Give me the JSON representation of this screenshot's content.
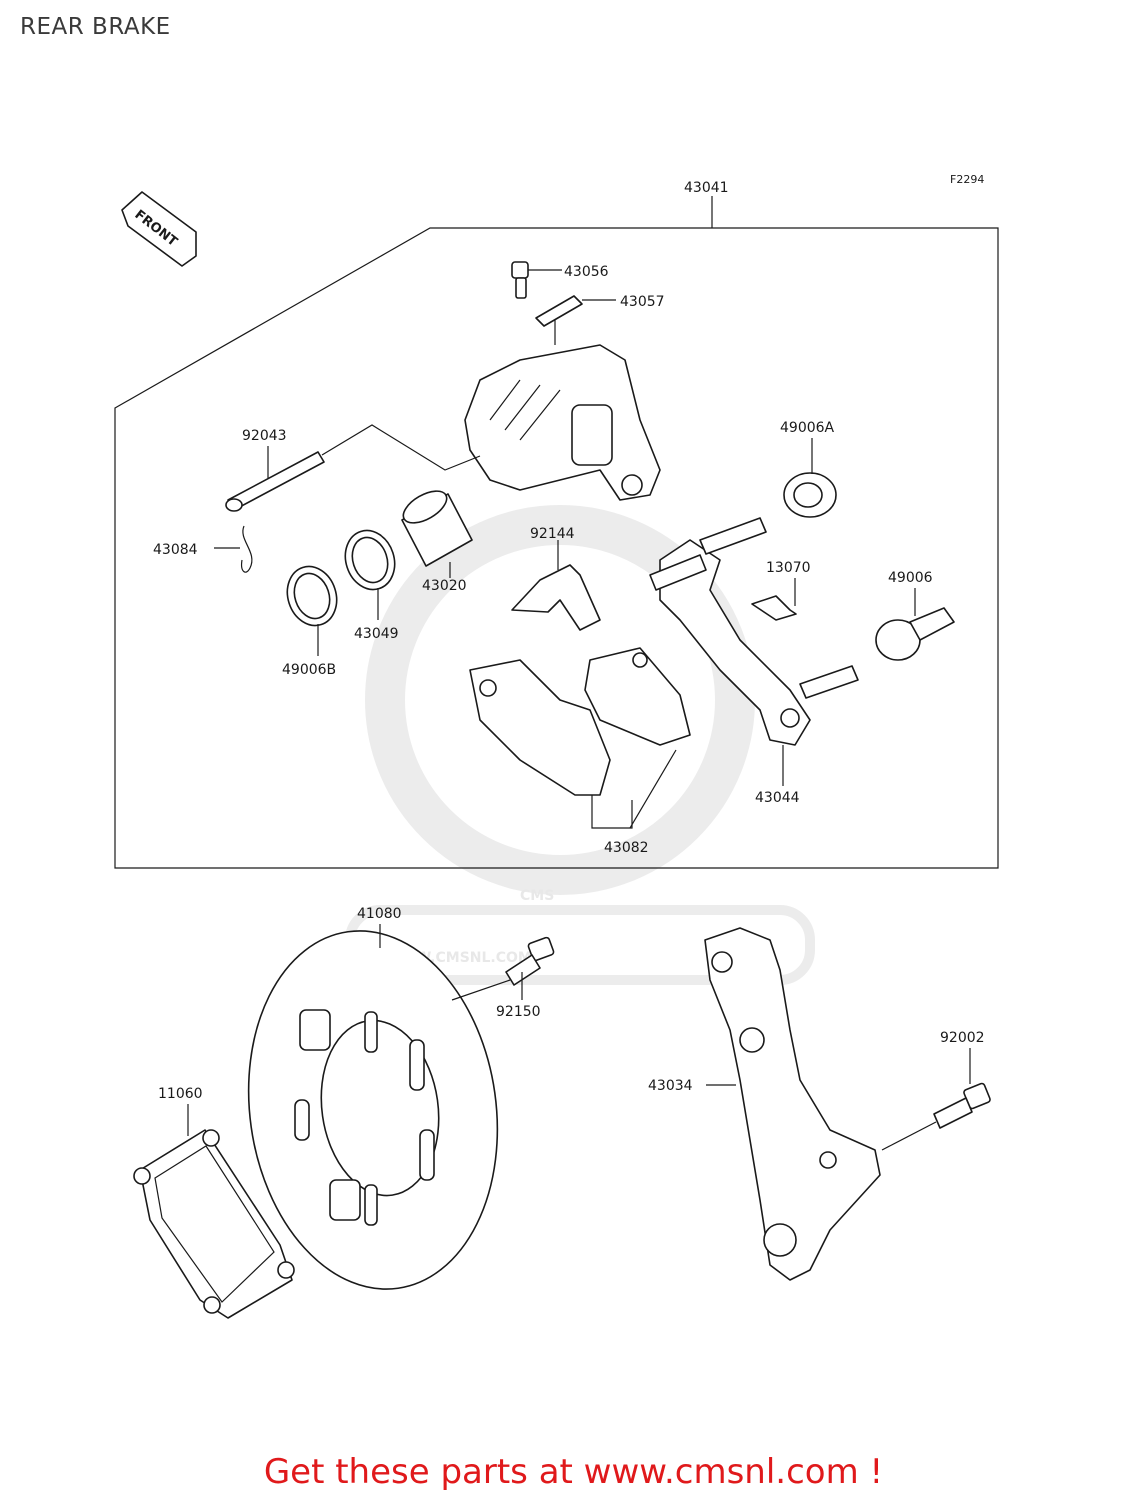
{
  "page_title": "REAR BRAKE",
  "figure_code": "F2294",
  "front_label": "FRONT",
  "watermark": {
    "brand": "CMS",
    "url": "WWW.CMSNL.COM"
  },
  "parts": [
    {
      "id": "p43041",
      "number": "43041"
    },
    {
      "id": "p43056",
      "number": "43056"
    },
    {
      "id": "p43057",
      "number": "43057"
    },
    {
      "id": "p92043",
      "number": "92043"
    },
    {
      "id": "p49006A",
      "number": "49006A"
    },
    {
      "id": "p43084",
      "number": "43084"
    },
    {
      "id": "p92144",
      "number": "92144"
    },
    {
      "id": "p43020",
      "number": "43020"
    },
    {
      "id": "p13070",
      "number": "13070"
    },
    {
      "id": "p49006",
      "number": "49006"
    },
    {
      "id": "p43049",
      "number": "43049"
    },
    {
      "id": "p49006B",
      "number": "49006B"
    },
    {
      "id": "p43044",
      "number": "43044"
    },
    {
      "id": "p43082",
      "number": "43082"
    },
    {
      "id": "p41080",
      "number": "41080"
    },
    {
      "id": "p92150",
      "number": "92150"
    },
    {
      "id": "p92002",
      "number": "92002"
    },
    {
      "id": "p11060",
      "number": "11060"
    },
    {
      "id": "p43034",
      "number": "43034"
    }
  ],
  "promo_text": "Get these parts at www.cmsnl.com !"
}
